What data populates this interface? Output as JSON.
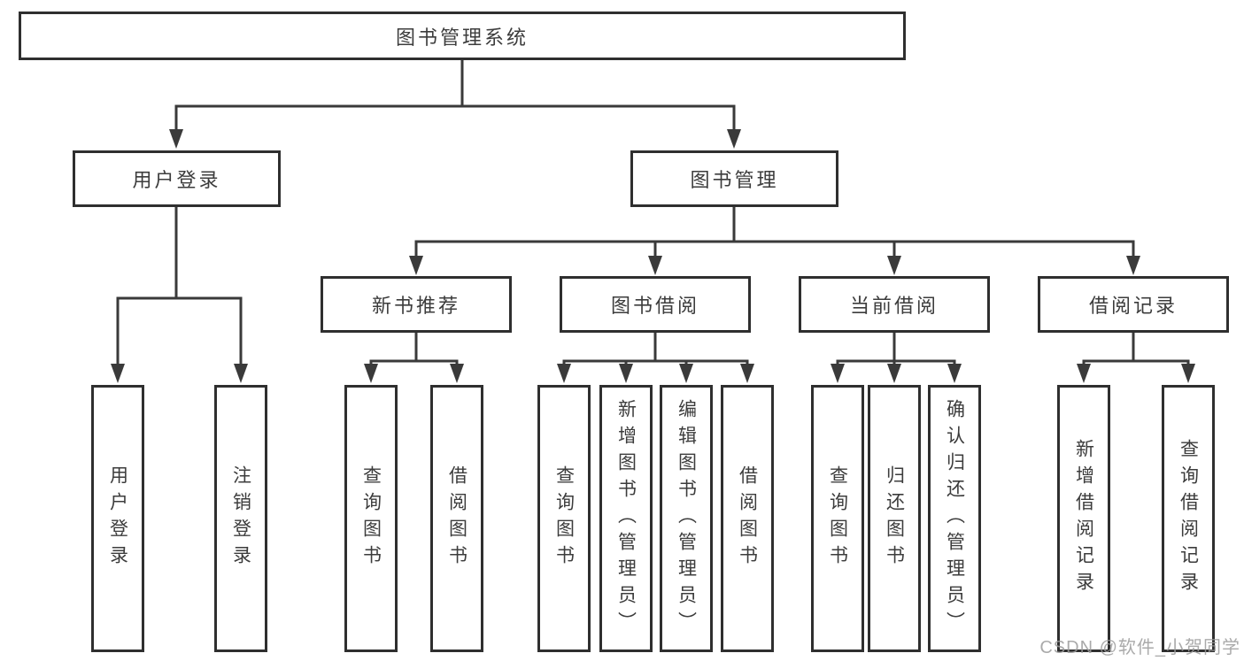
{
  "diagram_title": "图书管理系统",
  "colors": {
    "line": "#3a3a3a",
    "border": "#2f2f2f",
    "text": "#3c3c3c",
    "watermark": "#9b9b9b",
    "background": "#ffffff"
  },
  "nodes": {
    "root": "图书管理系统",
    "user_login": "用户登录",
    "book_mgmt": "图书管理",
    "new_book_rec": "新书推荐",
    "book_borrow": "图书借阅",
    "current_borrow": "当前借阅",
    "borrow_record": "借阅记录",
    "leaf_user_login": "用户登录",
    "leaf_logout": "注销登录",
    "leaf_nbr_query": "查询图书",
    "leaf_nbr_borrow": "借阅图书",
    "leaf_bb_query": "查询图书",
    "leaf_bb_add": "新增图书（管理员）",
    "leaf_bb_edit": "编辑图书（管理员）",
    "leaf_bb_borrow": "借阅图书",
    "leaf_cb_query": "查询图书",
    "leaf_cb_return": "归还图书",
    "leaf_cb_confirm": "确认归还（管理员）",
    "leaf_br_add": "新增借阅记录",
    "leaf_br_query": "查询借阅记录"
  },
  "hierarchy": {
    "图书管理系统": {
      "用户登录": [
        "用户登录",
        "注销登录"
      ],
      "图书管理": {
        "新书推荐": [
          "查询图书",
          "借阅图书"
        ],
        "图书借阅": [
          "查询图书",
          "新增图书（管理员）",
          "编辑图书（管理员）",
          "借阅图书"
        ],
        "当前借阅": [
          "查询图书",
          "归还图书",
          "确认归还（管理员）"
        ],
        "借阅记录": [
          "新增借阅记录",
          "查询借阅记录"
        ]
      }
    }
  },
  "watermark": "CSDN @软件_小贺同学"
}
